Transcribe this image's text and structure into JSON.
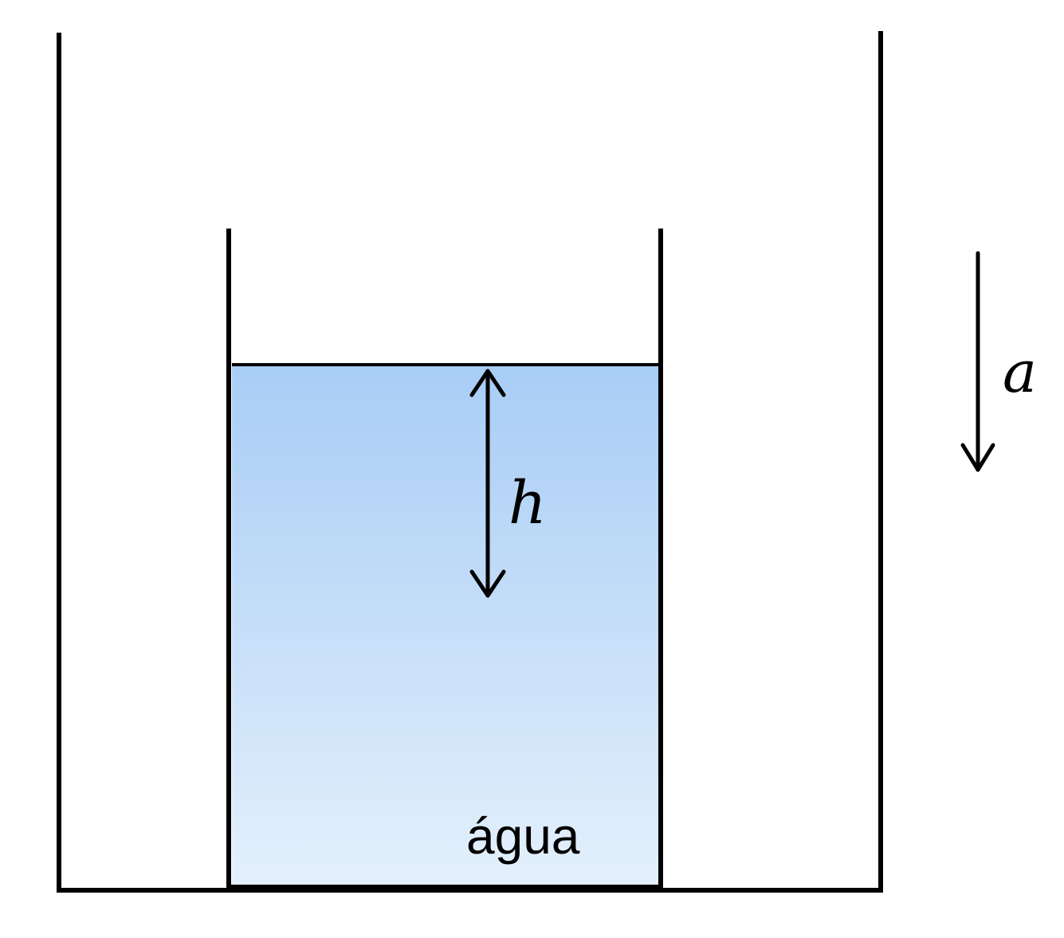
{
  "diagram": {
    "labels": {
      "height_symbol": "h",
      "acceleration_symbol": "a",
      "liquid_name": "água"
    },
    "colors": {
      "stroke": "#000000",
      "water_top": "#a8cdf5",
      "water_bottom": "#e4f0fc",
      "background": "#ffffff"
    }
  }
}
